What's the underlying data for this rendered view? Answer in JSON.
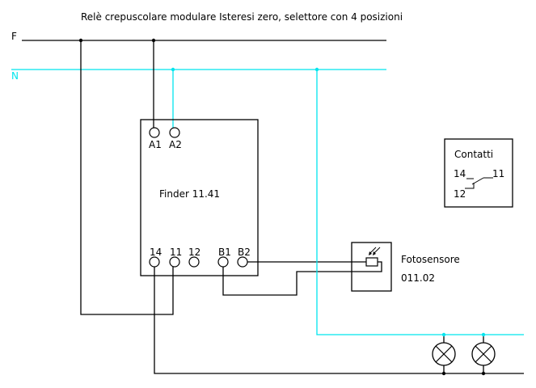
{
  "title": "Relè crepuscolare modulare Isteresi zero, selettore con 4 posizioni",
  "lines": {
    "phase_label": "F",
    "neutral_label": "N"
  },
  "colors": {
    "phase": "#000000",
    "neutral": "#00e5ee"
  },
  "relay": {
    "name": "Finder 11.41",
    "top_terminals": [
      "A1",
      "A2"
    ],
    "bottom_terminals": [
      "14",
      "11",
      "12",
      "B1",
      "B2"
    ]
  },
  "contacts_legend": {
    "title": "Contatti",
    "no_label": "14",
    "common_label": "11",
    "nc_label": "12"
  },
  "photosensor": {
    "label": "Fotosensore",
    "model": "011.02",
    "icon": "photoresistor-icon"
  },
  "loads": [
    {
      "icon": "lamp-icon"
    },
    {
      "icon": "lamp-icon"
    }
  ]
}
